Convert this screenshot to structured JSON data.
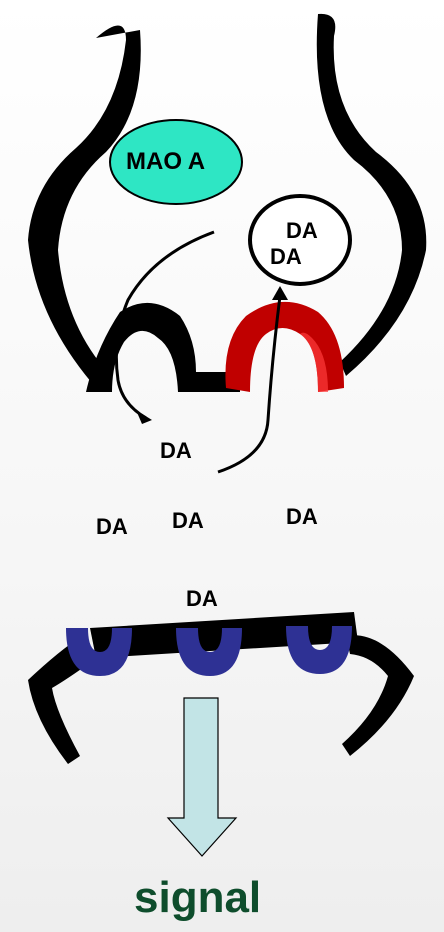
{
  "labels": {
    "enzyme": "MAO A",
    "vesicle_top": "DA",
    "vesicle_bottom": "DA",
    "cleft_1": "DA",
    "cleft_2": "DA",
    "cleft_3": "DA",
    "cleft_4": "DA",
    "near_receptor": "DA",
    "output": "signal"
  },
  "colors": {
    "enzyme_fill": "#2ee6c4",
    "transporter_fill": "#c00000",
    "receptor_fill": "#2e3194",
    "arrow_fill": "#c2e4e6",
    "signal_text": "#0e4d2c",
    "membrane": "#000000"
  }
}
